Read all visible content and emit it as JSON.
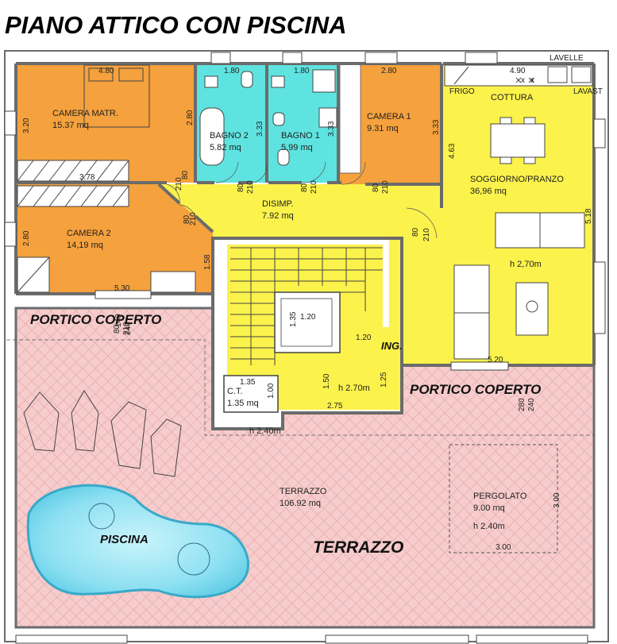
{
  "title": "PIANO ATTICO CON PISCINA",
  "rooms": {
    "camera_matr": {
      "name": "CAMERA MATR.",
      "area": "15.37 mq"
    },
    "camera_2": {
      "name": "CAMERA 2",
      "area": "14,19 mq"
    },
    "bagno_2": {
      "name": "BAGNO 2",
      "area": "5.82 mq"
    },
    "bagno_1": {
      "name": "BAGNO 1",
      "area": "5.99 mq"
    },
    "camera_1": {
      "name": "CAMERA 1",
      "area": "9.31 mq"
    },
    "cottura": {
      "name": "COTTURA"
    },
    "soggiorno": {
      "name": "SOGGIORNO/PRANZO",
      "area": "36,96 mq",
      "height": "h 2,70m"
    },
    "disimp": {
      "name": "DISIMP.",
      "area": "7.92 mq"
    },
    "ct": {
      "name": "C.T.",
      "area": "1.35 mq",
      "dim": "1.35"
    },
    "terrazzo": {
      "name": "TERRAZZO",
      "area": "106.92 mq"
    },
    "pergolato": {
      "name": "PERGOLATO",
      "area": "9.00 mq",
      "height": "h 2.40m"
    }
  },
  "labels": {
    "portico_left": "PORTICO COPERTO",
    "portico_right": "PORTICO COPERTO",
    "piscina": "PISCINA",
    "terrazzo_big": "TERRAZZO",
    "ing": "ING.",
    "stair_height": "h 2.70m",
    "ct_height": "h 2.40m",
    "frigo": "FRIGO",
    "lavast": "LAVAST",
    "lavelle": "LAVELLE"
  },
  "dims": {
    "cm_top": "4.80",
    "cm_left": "3.20",
    "cm_right": "2.80",
    "cm_bottom": "3.78",
    "b2_top": "1.80",
    "b2_side": "3.33",
    "b1_top": "1.80",
    "b1_side": "3.33",
    "c1_top": "2.80",
    "c1_side": "3.33",
    "kitchen_top": "4.90",
    "sog_left": "4.63",
    "sog_right": "5.18",
    "sog_bottom": "5.20",
    "c2_left": "2.80",
    "c2_right": "1.58",
    "c2_bottom": "5.30",
    "door_a1": "80",
    "door_a2": "210",
    "door_b1": "80",
    "door_b2": "210",
    "door_c1": "80",
    "door_c2": "210",
    "door_d1": "80",
    "door_d2": "210",
    "door_e1": "80",
    "door_e2": "210",
    "door_f1": "80",
    "door_f2": "210",
    "door_g1": "80",
    "door_g2": "210",
    "stair_w": "1.20",
    "stair_h": "1.35",
    "stair_land": "1.20",
    "stair_150": "1.50",
    "stair_125": "1.25",
    "stair_275": "2.75",
    "ct_side": "1.00",
    "portico_l1": "140",
    "portico_l2": "240",
    "portico_r1": "280",
    "portico_r2": "240",
    "perg_side": "3.00",
    "perg_bottom": "3.00",
    "multi": "x",
    "x_mark": "x"
  },
  "colors": {
    "orange": "#f5a13d",
    "cyan": "#5ee3e0",
    "yellow": "#fbf24b",
    "terrace": "#f6c9c9",
    "pool": "#9fe7f5",
    "wall": "#6b6b6b"
  }
}
